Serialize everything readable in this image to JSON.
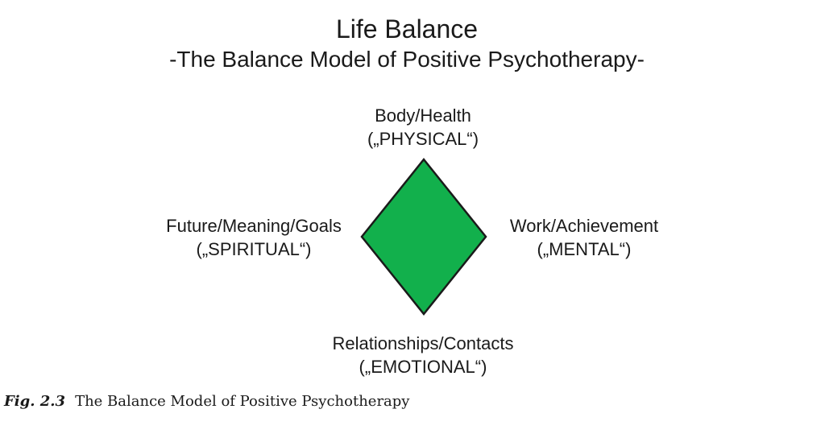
{
  "title": "Life Balance",
  "subtitle": "-The Balance Model of Positive Psychotherapy-",
  "dimensions": {
    "top": {
      "name": "Body/Health",
      "type": "(„PHYSICAL“)"
    },
    "left": {
      "name": "Future/Meaning/Goals",
      "type": "(„SPIRITUAL“)"
    },
    "right": {
      "name": "Work/Achievement",
      "type": "(„MENTAL“)"
    },
    "bottom": {
      "name": "Relationships/Contacts",
      "type": "(„EMOTIONAL“)"
    }
  },
  "diamond_color": "#12b04c",
  "caption": {
    "label": "Fig. 2.3",
    "text": "The Balance Model of Positive Psychotherapy"
  }
}
